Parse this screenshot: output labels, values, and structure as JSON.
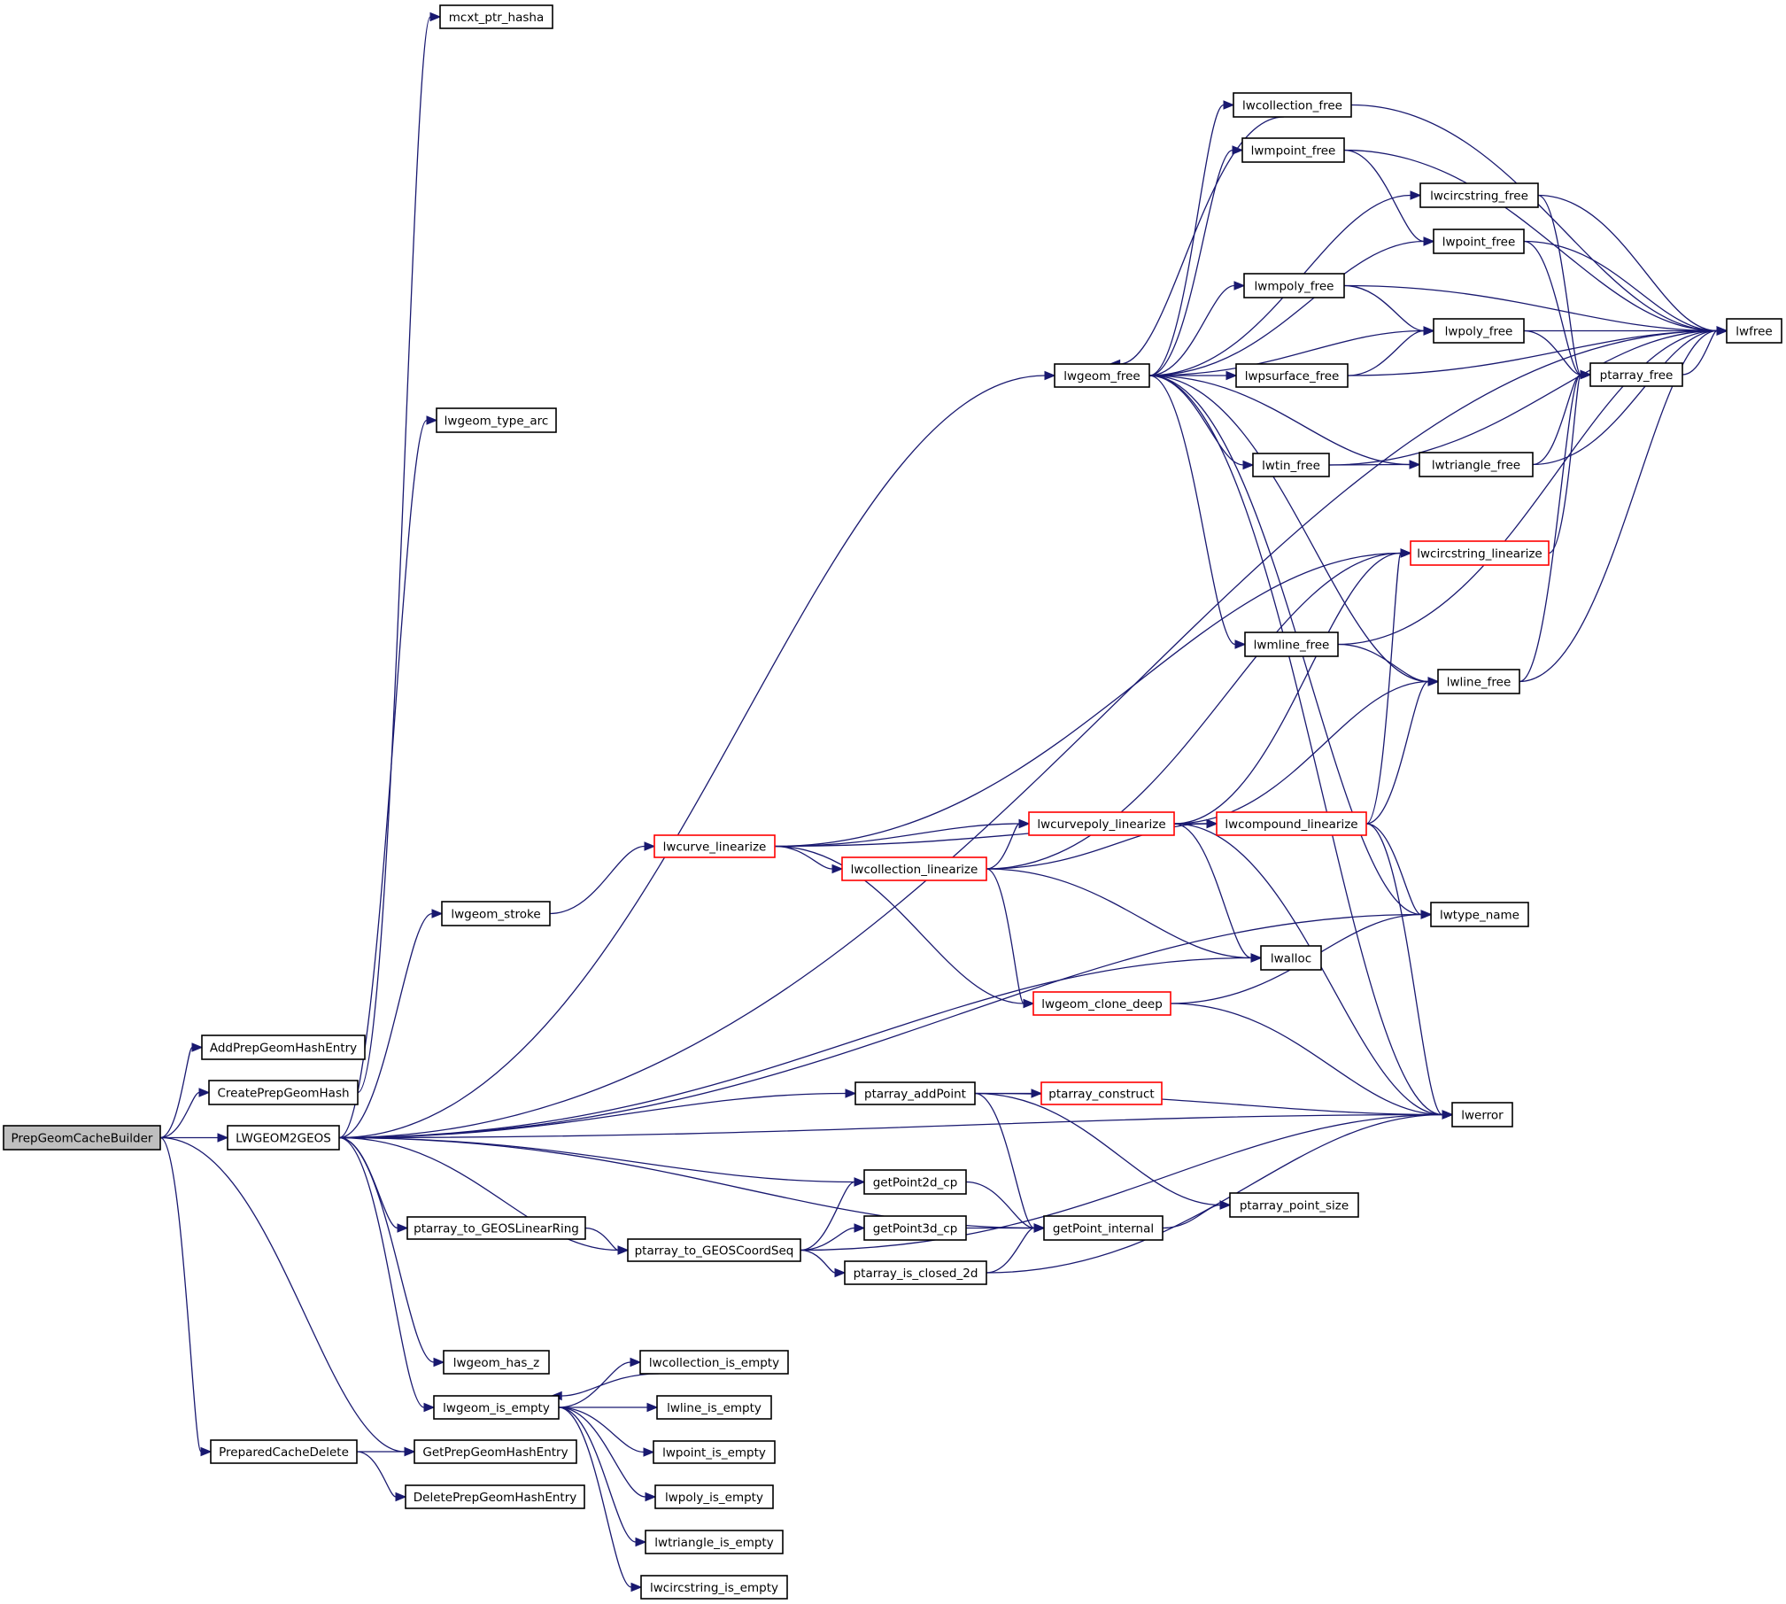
{
  "diagram": {
    "type": "call-graph",
    "colors": {
      "edge": "#191970",
      "root_fill": "#bfbfbf",
      "node_fill": "#ffffff",
      "node_border": "#000000",
      "truncated_border": "#ff0000"
    },
    "nodes": [
      {
        "id": "PrepGeomCacheBuilder",
        "label": "PrepGeomCacheBuilder",
        "kind": "root"
      },
      {
        "id": "AddPrepGeomHashEntry",
        "label": "AddPrepGeomHashEntry",
        "kind": "normal"
      },
      {
        "id": "CreatePrepGeomHash",
        "label": "CreatePrepGeomHash",
        "kind": "normal"
      },
      {
        "id": "LWGEOM2GEOS",
        "label": "LWGEOM2GEOS",
        "kind": "normal"
      },
      {
        "id": "PreparedCacheDelete",
        "label": "PreparedCacheDelete",
        "kind": "normal"
      },
      {
        "id": "GetPrepGeomHashEntry",
        "label": "GetPrepGeomHashEntry",
        "kind": "normal"
      },
      {
        "id": "DeletePrepGeomHashEntry",
        "label": "DeletePrepGeomHashEntry",
        "kind": "normal"
      },
      {
        "id": "mcxt_ptr_hasha",
        "label": "mcxt_ptr_hasha",
        "kind": "normal"
      },
      {
        "id": "lwgeom_type_arc",
        "label": "lwgeom_type_arc",
        "kind": "normal"
      },
      {
        "id": "lwgeom_free",
        "label": "lwgeom_free",
        "kind": "normal"
      },
      {
        "id": "lwcollection_free",
        "label": "lwcollection_free",
        "kind": "normal"
      },
      {
        "id": "lwmpoint_free",
        "label": "lwmpoint_free",
        "kind": "normal"
      },
      {
        "id": "lwcircstring_free",
        "label": "lwcircstring_free",
        "kind": "normal"
      },
      {
        "id": "lwpoint_free",
        "label": "lwpoint_free",
        "kind": "normal"
      },
      {
        "id": "lwmpoly_free",
        "label": "lwmpoly_free",
        "kind": "normal"
      },
      {
        "id": "lwpoly_free",
        "label": "lwpoly_free",
        "kind": "normal"
      },
      {
        "id": "lwpsurface_free",
        "label": "lwpsurface_free",
        "kind": "normal"
      },
      {
        "id": "ptarray_free",
        "label": "ptarray_free",
        "kind": "normal"
      },
      {
        "id": "lwfree",
        "label": "lwfree",
        "kind": "normal"
      },
      {
        "id": "lwtin_free",
        "label": "lwtin_free",
        "kind": "normal"
      },
      {
        "id": "lwtriangle_free",
        "label": "lwtriangle_free",
        "kind": "normal"
      },
      {
        "id": "lwcircstring_linearize",
        "label": "lwcircstring_linearize",
        "kind": "truncated"
      },
      {
        "id": "lwmline_free",
        "label": "lwmline_free",
        "kind": "normal"
      },
      {
        "id": "lwline_free",
        "label": "lwline_free",
        "kind": "normal"
      },
      {
        "id": "lwcurvepoly_linearize",
        "label": "lwcurvepoly_linearize",
        "kind": "truncated"
      },
      {
        "id": "lwcompound_linearize",
        "label": "lwcompound_linearize",
        "kind": "truncated"
      },
      {
        "id": "lwcurve_linearize",
        "label": "lwcurve_linearize",
        "kind": "truncated"
      },
      {
        "id": "lwcollection_linearize",
        "label": "lwcollection_linearize",
        "kind": "truncated"
      },
      {
        "id": "lwgeom_stroke",
        "label": "lwgeom_stroke",
        "kind": "normal"
      },
      {
        "id": "lwtype_name",
        "label": "lwtype_name",
        "kind": "normal"
      },
      {
        "id": "lwalloc",
        "label": "lwalloc",
        "kind": "normal"
      },
      {
        "id": "lwgeom_clone_deep",
        "label": "lwgeom_clone_deep",
        "kind": "truncated"
      },
      {
        "id": "ptarray_addPoint",
        "label": "ptarray_addPoint",
        "kind": "normal"
      },
      {
        "id": "ptarray_construct",
        "label": "ptarray_construct",
        "kind": "truncated"
      },
      {
        "id": "lwerror",
        "label": "lwerror",
        "kind": "normal"
      },
      {
        "id": "getPoint2d_cp",
        "label": "getPoint2d_cp",
        "kind": "normal"
      },
      {
        "id": "getPoint3d_cp",
        "label": "getPoint3d_cp",
        "kind": "normal"
      },
      {
        "id": "getPoint_internal",
        "label": "getPoint_internal",
        "kind": "normal"
      },
      {
        "id": "ptarray_point_size",
        "label": "ptarray_point_size",
        "kind": "normal"
      },
      {
        "id": "ptarray_to_GEOSLinearRing",
        "label": "ptarray_to_GEOSLinearRing",
        "kind": "normal"
      },
      {
        "id": "ptarray_to_GEOSCoordSeq",
        "label": "ptarray_to_GEOSCoordSeq",
        "kind": "normal"
      },
      {
        "id": "ptarray_is_closed_2d",
        "label": "ptarray_is_closed_2d",
        "kind": "normal"
      },
      {
        "id": "lwgeom_has_z",
        "label": "lwgeom_has_z",
        "kind": "normal"
      },
      {
        "id": "lwgeom_is_empty",
        "label": "lwgeom_is_empty",
        "kind": "normal"
      },
      {
        "id": "lwcollection_is_empty",
        "label": "lwcollection_is_empty",
        "kind": "normal"
      },
      {
        "id": "lwline_is_empty",
        "label": "lwline_is_empty",
        "kind": "normal"
      },
      {
        "id": "lwpoint_is_empty",
        "label": "lwpoint_is_empty",
        "kind": "normal"
      },
      {
        "id": "lwpoly_is_empty",
        "label": "lwpoly_is_empty",
        "kind": "normal"
      },
      {
        "id": "lwtriangle_is_empty",
        "label": "lwtriangle_is_empty",
        "kind": "normal"
      },
      {
        "id": "lwcircstring_is_empty",
        "label": "lwcircstring_is_empty",
        "kind": "normal"
      }
    ],
    "edges": [
      [
        "PrepGeomCacheBuilder",
        "AddPrepGeomHashEntry"
      ],
      [
        "PrepGeomCacheBuilder",
        "CreatePrepGeomHash"
      ],
      [
        "PrepGeomCacheBuilder",
        "LWGEOM2GEOS"
      ],
      [
        "PrepGeomCacheBuilder",
        "PreparedCacheDelete"
      ],
      [
        "PrepGeomCacheBuilder",
        "GetPrepGeomHashEntry"
      ],
      [
        "CreatePrepGeomHash",
        "mcxt_ptr_hasha"
      ],
      [
        "PreparedCacheDelete",
        "GetPrepGeomHashEntry"
      ],
      [
        "PreparedCacheDelete",
        "DeletePrepGeomHashEntry"
      ],
      [
        "LWGEOM2GEOS",
        "lwgeom_type_arc"
      ],
      [
        "LWGEOM2GEOS",
        "lwfree"
      ],
      [
        "LWGEOM2GEOS",
        "lwgeom_free"
      ],
      [
        "LWGEOM2GEOS",
        "lwgeom_stroke"
      ],
      [
        "LWGEOM2GEOS",
        "lwalloc"
      ],
      [
        "LWGEOM2GEOS",
        "lwtype_name"
      ],
      [
        "LWGEOM2GEOS",
        "ptarray_addPoint"
      ],
      [
        "LWGEOM2GEOS",
        "getPoint_internal"
      ],
      [
        "LWGEOM2GEOS",
        "getPoint2d_cp"
      ],
      [
        "LWGEOM2GEOS",
        "ptarray_to_GEOSLinearRing"
      ],
      [
        "LWGEOM2GEOS",
        "ptarray_to_GEOSCoordSeq"
      ],
      [
        "LWGEOM2GEOS",
        "lwerror"
      ],
      [
        "LWGEOM2GEOS",
        "lwgeom_has_z"
      ],
      [
        "LWGEOM2GEOS",
        "lwgeom_is_empty"
      ],
      [
        "lwgeom_free",
        "lwcollection_free"
      ],
      [
        "lwgeom_free",
        "lwmpoint_free"
      ],
      [
        "lwgeom_free",
        "lwcircstring_free"
      ],
      [
        "lwgeom_free",
        "lwpoint_free"
      ],
      [
        "lwgeom_free",
        "lwmpoly_free"
      ],
      [
        "lwgeom_free",
        "lwpoly_free"
      ],
      [
        "lwgeom_free",
        "lwpsurface_free"
      ],
      [
        "lwgeom_free",
        "lwtriangle_free"
      ],
      [
        "lwgeom_free",
        "lwtin_free"
      ],
      [
        "lwgeom_free",
        "lwmline_free"
      ],
      [
        "lwgeom_free",
        "lwline_free"
      ],
      [
        "lwgeom_free",
        "lwtype_name"
      ],
      [
        "lwgeom_free",
        "lwerror"
      ],
      [
        "lwcollection_free",
        "lwgeom_free"
      ],
      [
        "lwcollection_free",
        "lwfree"
      ],
      [
        "lwmpoint_free",
        "lwpoint_free"
      ],
      [
        "lwmpoint_free",
        "lwfree"
      ],
      [
        "lwcircstring_free",
        "ptarray_free"
      ],
      [
        "lwcircstring_free",
        "lwfree"
      ],
      [
        "lwpoint_free",
        "ptarray_free"
      ],
      [
        "lwpoint_free",
        "lwfree"
      ],
      [
        "lwmpoly_free",
        "lwpoly_free"
      ],
      [
        "lwmpoly_free",
        "lwfree"
      ],
      [
        "lwpoly_free",
        "ptarray_free"
      ],
      [
        "lwpoly_free",
        "lwfree"
      ],
      [
        "lwpsurface_free",
        "lwpoly_free"
      ],
      [
        "lwpsurface_free",
        "lwfree"
      ],
      [
        "ptarray_free",
        "lwfree"
      ],
      [
        "lwtin_free",
        "lwtriangle_free"
      ],
      [
        "lwtin_free",
        "lwfree"
      ],
      [
        "lwtriangle_free",
        "ptarray_free"
      ],
      [
        "lwtriangle_free",
        "lwfree"
      ],
      [
        "lwmline_free",
        "lwline_free"
      ],
      [
        "lwmline_free",
        "lwfree"
      ],
      [
        "lwline_free",
        "ptarray_free"
      ],
      [
        "lwline_free",
        "lwfree"
      ],
      [
        "lwcircstring_linearize",
        "ptarray_free"
      ],
      [
        "lwgeom_stroke",
        "lwcurve_linearize"
      ],
      [
        "lwcurve_linearize",
        "lwcircstring_linearize"
      ],
      [
        "lwcurve_linearize",
        "lwcurvepoly_linearize"
      ],
      [
        "lwcurve_linearize",
        "lwcompound_linearize"
      ],
      [
        "lwcurve_linearize",
        "lwcollection_linearize"
      ],
      [
        "lwcurve_linearize",
        "lwgeom_clone_deep"
      ],
      [
        "lwcollection_linearize",
        "lwcircstring_linearize"
      ],
      [
        "lwcollection_linearize",
        "lwcurvepoly_linearize"
      ],
      [
        "lwcollection_linearize",
        "lwcompound_linearize"
      ],
      [
        "lwcollection_linearize",
        "lwgeom_clone_deep"
      ],
      [
        "lwcollection_linearize",
        "lwalloc"
      ],
      [
        "lwcurvepoly_linearize",
        "lwcircstring_linearize"
      ],
      [
        "lwcurvepoly_linearize",
        "lwcompound_linearize"
      ],
      [
        "lwcurvepoly_linearize",
        "lwline_free"
      ],
      [
        "lwcurvepoly_linearize",
        "lwalloc"
      ],
      [
        "lwcurvepoly_linearize",
        "lwerror"
      ],
      [
        "lwcompound_linearize",
        "lwcircstring_linearize"
      ],
      [
        "lwcompound_linearize",
        "lwline_free"
      ],
      [
        "lwcompound_linearize",
        "lwtype_name"
      ],
      [
        "lwcompound_linearize",
        "lwerror"
      ],
      [
        "lwgeom_clone_deep",
        "lwtype_name"
      ],
      [
        "lwgeom_clone_deep",
        "lwerror"
      ],
      [
        "ptarray_addPoint",
        "ptarray_construct"
      ],
      [
        "ptarray_addPoint",
        "lwerror"
      ],
      [
        "ptarray_addPoint",
        "getPoint_internal"
      ],
      [
        "ptarray_addPoint",
        "ptarray_point_size"
      ],
      [
        "getPoint2d_cp",
        "getPoint_internal"
      ],
      [
        "getPoint3d_cp",
        "getPoint_internal"
      ],
      [
        "getPoint_internal",
        "ptarray_point_size"
      ],
      [
        "ptarray_to_GEOSLinearRing",
        "ptarray_to_GEOSCoordSeq"
      ],
      [
        "ptarray_to_GEOSCoordSeq",
        "getPoint2d_cp"
      ],
      [
        "ptarray_to_GEOSCoordSeq",
        "getPoint3d_cp"
      ],
      [
        "ptarray_to_GEOSCoordSeq",
        "ptarray_is_closed_2d"
      ],
      [
        "ptarray_to_GEOSCoordSeq",
        "lwerror"
      ],
      [
        "ptarray_is_closed_2d",
        "getPoint_internal"
      ],
      [
        "ptarray_is_closed_2d",
        "lwerror"
      ],
      [
        "lwgeom_is_empty",
        "lwcollection_is_empty"
      ],
      [
        "lwgeom_is_empty",
        "lwline_is_empty"
      ],
      [
        "lwgeom_is_empty",
        "lwpoint_is_empty"
      ],
      [
        "lwgeom_is_empty",
        "lwpoly_is_empty"
      ],
      [
        "lwgeom_is_empty",
        "lwtriangle_is_empty"
      ],
      [
        "lwgeom_is_empty",
        "lwcircstring_is_empty"
      ],
      [
        "lwcollection_is_empty",
        "lwgeom_is_empty"
      ]
    ]
  }
}
